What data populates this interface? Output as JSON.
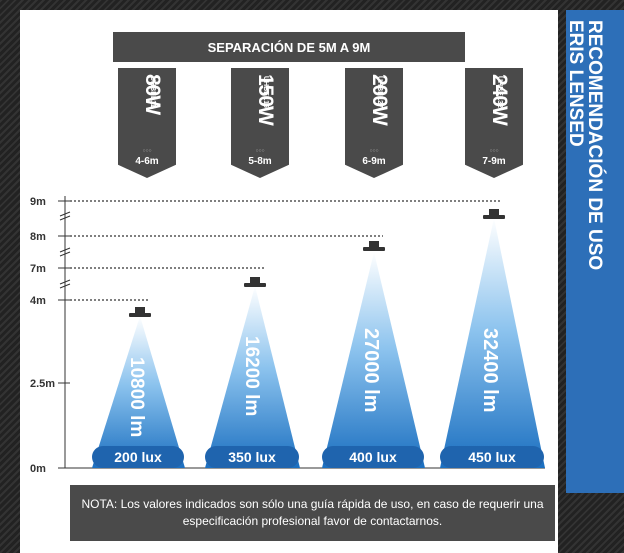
{
  "header": {
    "title": "SEPARACIÓN DE 5M A 9M"
  },
  "sidebar": {
    "line1": "RECOMENDACIÓN DE USO",
    "line2": "ERIS LENSED"
  },
  "accent_color": "#2d6fb8",
  "products": [
    {
      "code": "UHBEL11",
      "watts": "80W",
      "range": "4-6m",
      "height_m": 4,
      "lumens": "10800 lm",
      "lux": "200 lux"
    },
    {
      "code": "UHBEL16",
      "watts": "150W",
      "range": "5-8m",
      "height_m": 7,
      "lumens": "16200 lm",
      "lux": "350 lux"
    },
    {
      "code": "UHBEL27",
      "watts": "200W",
      "range": "6-9m",
      "height_m": 8,
      "lumens": "27000 lm",
      "lux": "400 lux"
    },
    {
      "code": "UHBEL32",
      "watts": "240W",
      "range": "7-9m",
      "height_m": 9,
      "lumens": "32400 lm",
      "lux": "450 lux"
    }
  ],
  "axis": {
    "ticks": [
      "9m",
      "8m",
      "7m",
      "4m",
      "2.5m",
      "0m"
    ]
  },
  "note": "NOTA: Los valores indicados son sólo una guía rápida de uso, en caso de requerir una especificación profesional favor de contactarnos."
}
